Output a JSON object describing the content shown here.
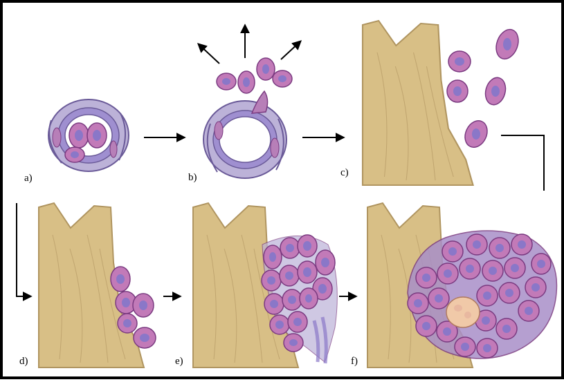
{
  "figure": {
    "colors": {
      "bone": "#d8bf86",
      "bone_dark": "#b09560",
      "cell": "#c27ab8",
      "cell_dark": "#7a3a80",
      "nucleus": "#8a77c8",
      "vessel": "#bcb2d8",
      "vessel_dark": "#6a5a98",
      "giant_cell": "#f0c9a8",
      "arrow": "#000000"
    },
    "panels": [
      {
        "id": "a",
        "label": "a)"
      },
      {
        "id": "b",
        "label": "b)"
      },
      {
        "id": "c",
        "label": "c)"
      },
      {
        "id": "d",
        "label": "d)"
      },
      {
        "id": "e",
        "label": "e)"
      },
      {
        "id": "f",
        "label": "f)"
      }
    ]
  }
}
